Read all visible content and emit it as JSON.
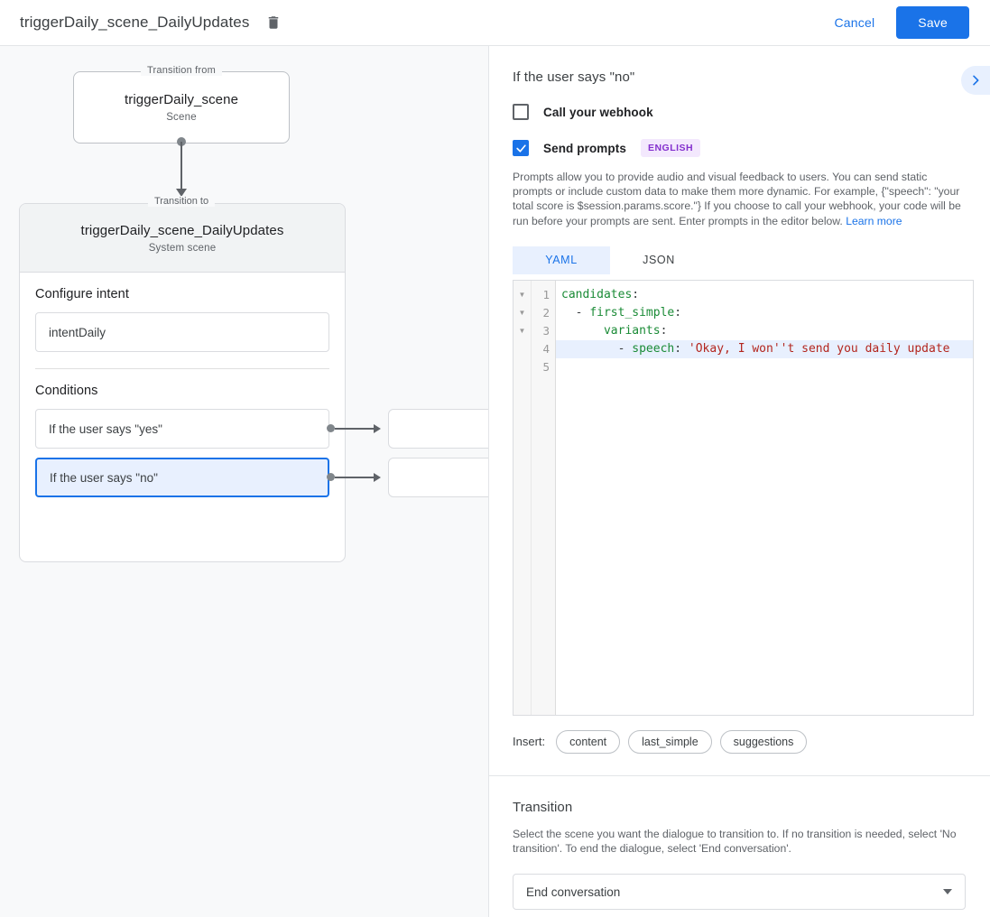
{
  "topbar": {
    "title": "triggerDaily_scene_DailyUpdates",
    "delete_icon": "trash-icon",
    "cancel_label": "Cancel",
    "save_label": "Save",
    "accent_color": "#1a73e8"
  },
  "canvas": {
    "from_node": {
      "legend": "Transition from",
      "name": "triggerDaily_scene",
      "type": "Scene"
    },
    "to_node": {
      "legend": "Transition to",
      "name": "triggerDaily_scene_DailyUpdates",
      "type": "System scene"
    },
    "intent_section": {
      "title": "Configure intent",
      "value": "intentDaily"
    },
    "conditions_section": {
      "title": "Conditions",
      "items": [
        {
          "label": "If the user says \"yes\"",
          "selected": false
        },
        {
          "label": "If the user says \"no\"",
          "selected": true
        }
      ]
    }
  },
  "panel": {
    "title": "If the user says \"no\"",
    "collapse_icon": "chevron-right-icon",
    "webhook": {
      "label": "Call your webhook",
      "checked": false
    },
    "prompts": {
      "label": "Send prompts",
      "checked": true,
      "language_badge": "ENGLISH",
      "badge_color": "#8430ce",
      "description": "Prompts allow you to provide audio and visual feedback to users. You can send static prompts or include custom data to make them more dynamic. For example, {\"speech\": \"your total score is $session.params.score.\"} If you choose to call your webhook, your code will be run before your prompts are sent. Enter prompts in the editor below.",
      "learn_more": "Learn more"
    },
    "editor": {
      "tabs": [
        {
          "label": "YAML",
          "active": true
        },
        {
          "label": "JSON",
          "active": false
        }
      ],
      "line_numbers": [
        "1",
        "2",
        "3",
        "4",
        "5"
      ],
      "fold_markers": [
        true,
        true,
        true,
        false,
        false
      ],
      "highlighted_line": 4,
      "lines": [
        {
          "n": "1",
          "segments": [
            {
              "t": "candidates",
              "c": "key"
            },
            {
              "t": ":",
              "c": "punct"
            }
          ]
        },
        {
          "n": "2",
          "segments": [
            {
              "t": "  - ",
              "c": "punct"
            },
            {
              "t": "first_simple",
              "c": "key"
            },
            {
              "t": ":",
              "c": "punct"
            }
          ]
        },
        {
          "n": "3",
          "segments": [
            {
              "t": "      ",
              "c": "punct"
            },
            {
              "t": "variants",
              "c": "key"
            },
            {
              "t": ":",
              "c": "punct"
            }
          ]
        },
        {
          "n": "4",
          "segments": [
            {
              "t": "        - ",
              "c": "punct"
            },
            {
              "t": "speech",
              "c": "key"
            },
            {
              "t": ": ",
              "c": "punct"
            },
            {
              "t": "'Okay, I won''t send you daily update",
              "c": "str"
            }
          ]
        },
        {
          "n": "5",
          "segments": []
        }
      ]
    },
    "insert": {
      "label": "Insert:",
      "chips": [
        "content",
        "last_simple",
        "suggestions"
      ]
    },
    "transition": {
      "title": "Transition",
      "description": "Select the scene you want the dialogue to transition to. If no transition is needed, select 'No transition'. To end the dialogue, select 'End conversation'.",
      "selected_value": "End conversation",
      "caret_icon": "caret-down-icon"
    }
  }
}
